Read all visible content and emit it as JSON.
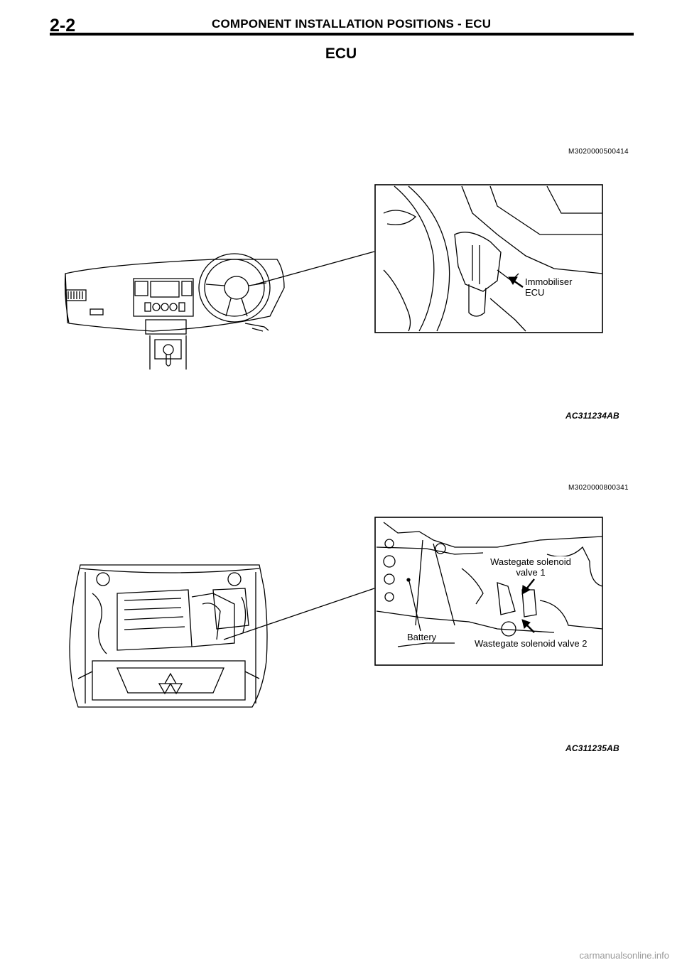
{
  "header": {
    "page_number": "2-2",
    "title": "COMPONENT INSTALLATION POSITIONS - ECU"
  },
  "section": {
    "title": "ECU"
  },
  "figure1": {
    "ref_code": "M3020000500414",
    "figure_code": "AC311234AB",
    "callouts": {
      "immobiliser_line1": "Immobiliser",
      "immobiliser_line2": "ECU"
    }
  },
  "figure2": {
    "ref_code": "M3020000800341",
    "figure_code": "AC311235AB",
    "callouts": {
      "wastegate1_line1": "Wastegate solenoid",
      "wastegate1_line2": "valve 1",
      "battery": "Battery",
      "wastegate2": "Wastegate solenoid valve 2"
    }
  },
  "footer": {
    "watermark": "carmanualsonline.info"
  }
}
